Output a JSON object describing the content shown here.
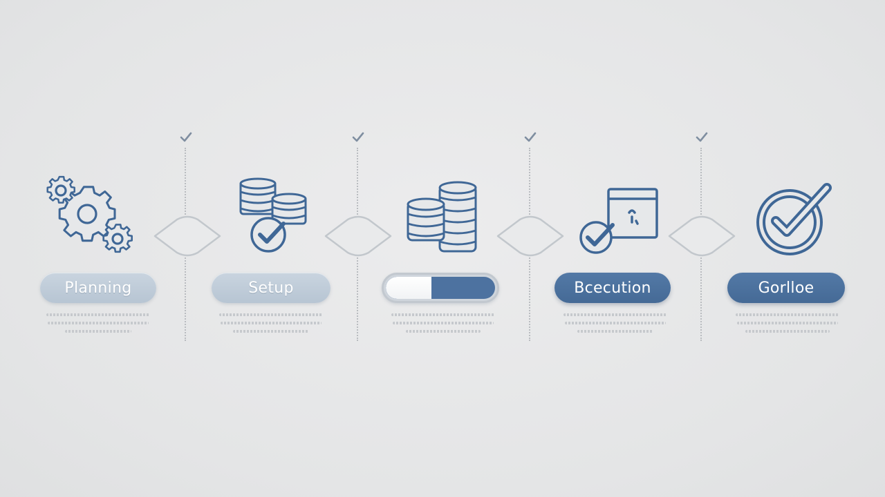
{
  "steps": [
    {
      "label": "Planning",
      "icon": "gears-icon",
      "style": "light"
    },
    {
      "label": "Setup",
      "icon": "coins-check-icon",
      "style": "light"
    },
    {
      "label": "",
      "icon": "coin-stacks-icon",
      "style": "progress",
      "progress": 0.42
    },
    {
      "label": "Bcecution",
      "icon": "window-check-icon",
      "style": "dark"
    },
    {
      "label": "Gorlloe",
      "icon": "circle-check-icon",
      "style": "dark"
    }
  ],
  "colors": {
    "accent": "#3f6796",
    "light_pill": "#bccad7",
    "outline": "#c5cacf",
    "check": "#7f8ea0"
  }
}
